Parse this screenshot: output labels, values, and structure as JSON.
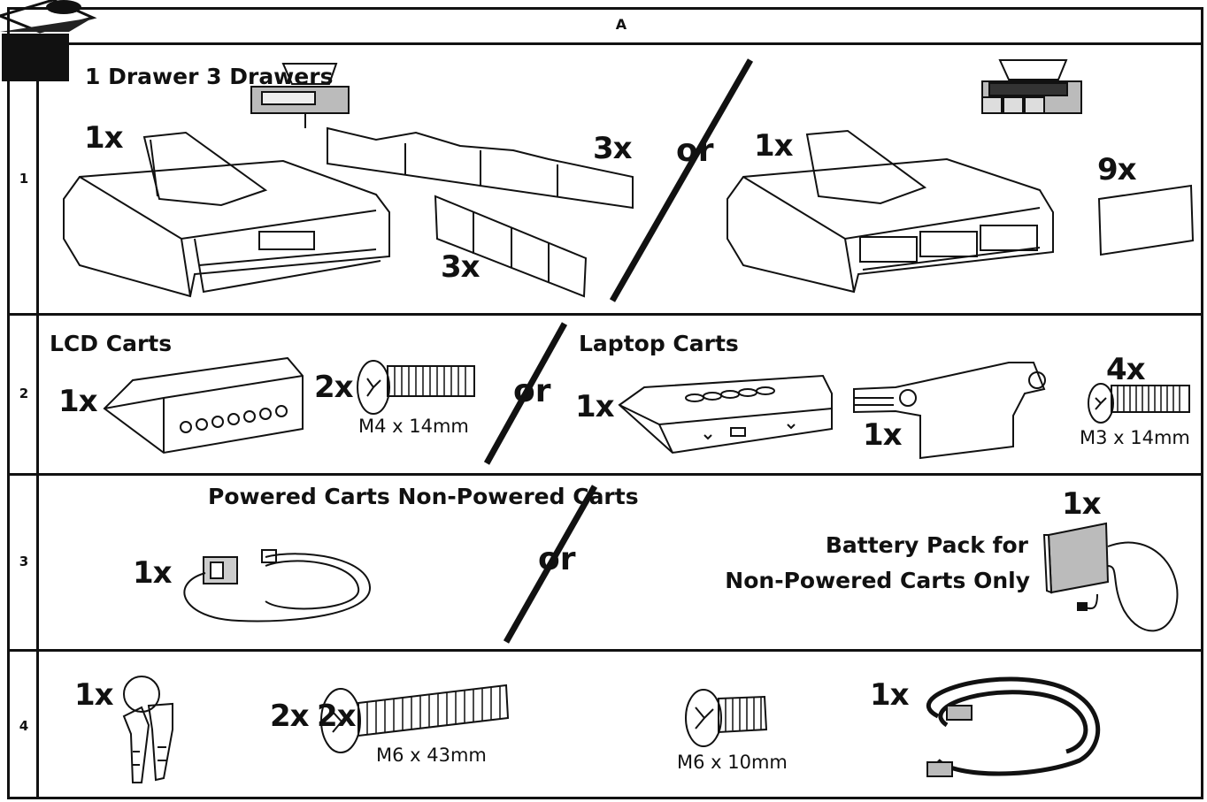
{
  "column_header": "A",
  "rows": [
    {
      "number": "1"
    },
    {
      "number": "2"
    },
    {
      "number": "3"
    },
    {
      "number": "4"
    }
  ],
  "row1": {
    "heading": "1 Drawer 3 Drawers",
    "qty_base_1drawer": "1x",
    "qty_strips_top": "3x",
    "qty_strips_bottom": "3x",
    "or_label": "or",
    "qty_base_3drawer": "1x",
    "qty_labels": "9x"
  },
  "row2": {
    "heading_lcd": "LCD Carts",
    "qty_lcd_bracket": "1x",
    "qty_m4_screws": "2x",
    "m4_label": "M4 x 14mm",
    "or_label": "or",
    "heading_laptop": "Laptop Carts",
    "qty_laptop_bracket": "1x",
    "qty_laptop_plate": "1x",
    "qty_m3_screws": "4x",
    "m3_label": "M3 x 14mm"
  },
  "row3": {
    "heading": "Powered Carts Non-Powered Carts",
    "qty_power_cable": "1x",
    "or_label": "or",
    "qty_battery": "1x",
    "battery_line1": "Battery Pack for",
    "battery_line2": "Non-Powered Carts Only"
  },
  "row4": {
    "qty_keys": "1x",
    "qty_m6_long_a": "2x",
    "qty_m6_long_b": "2x",
    "m6_long_label": "M6 x 43mm",
    "m6_short_label": "M6 x 10mm",
    "qty_cable": "1x"
  }
}
